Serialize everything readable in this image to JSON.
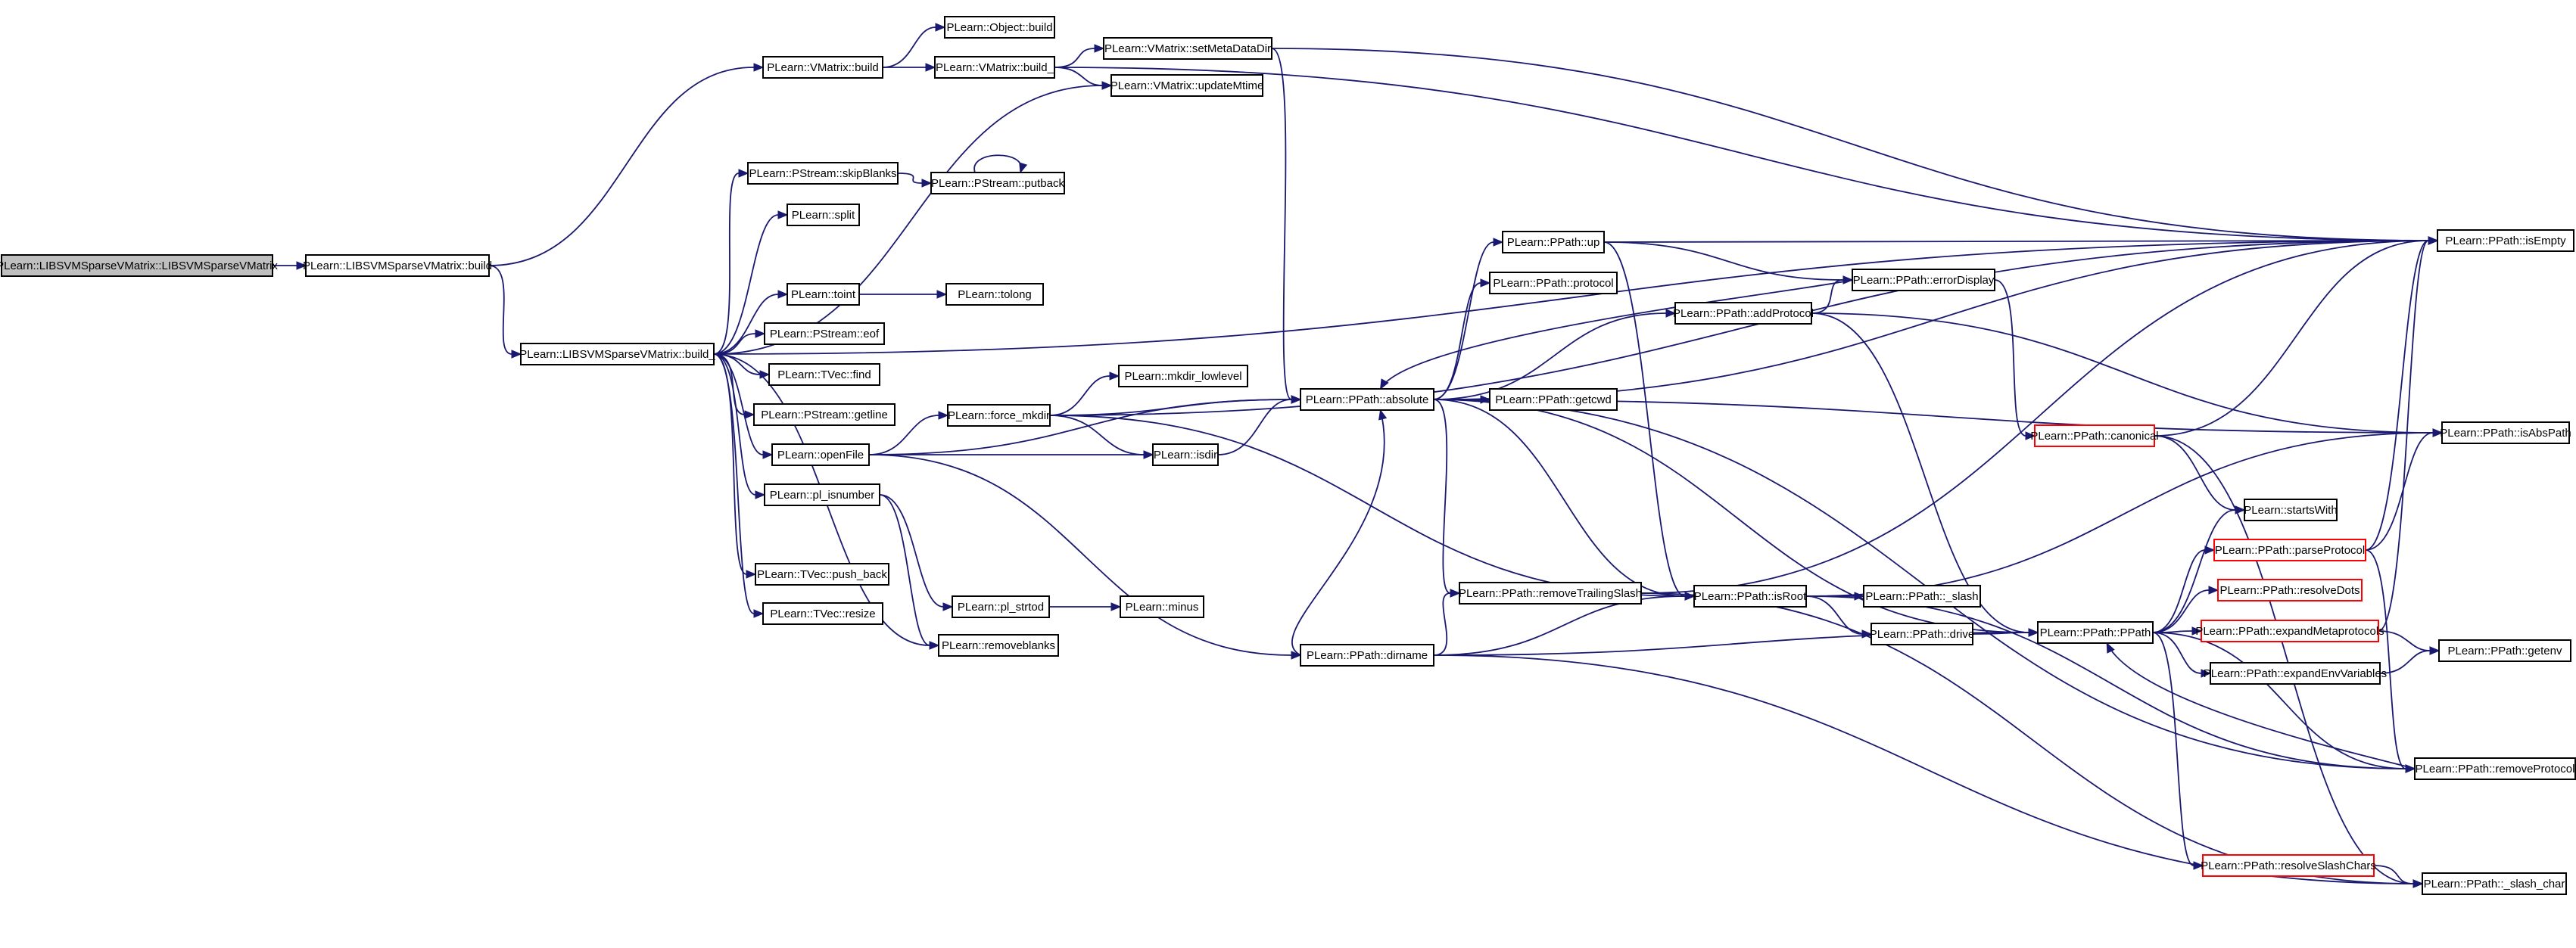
{
  "diagram": {
    "nodes": [
      {
        "id": "n0",
        "label": "PLearn::LIBSVMSparseVMatrix::LIBSVMSparseVMatrix",
        "root": true
      },
      {
        "id": "n1",
        "label": "PLearn::LIBSVMSparseVMatrix::build"
      },
      {
        "id": "n2",
        "label": "PLearn::LIBSVMSparseVMatrix::build_"
      },
      {
        "id": "n3",
        "label": "PLearn::VMatrix::build"
      },
      {
        "id": "n4",
        "label": "PLearn::Object::build"
      },
      {
        "id": "n5",
        "label": "PLearn::VMatrix::build_"
      },
      {
        "id": "n6",
        "label": "PLearn::VMatrix::setMetaDataDir"
      },
      {
        "id": "n7",
        "label": "PLearn::VMatrix::updateMtime"
      },
      {
        "id": "n8",
        "label": "PLearn::PStream::skipBlanks"
      },
      {
        "id": "n9",
        "label": "PLearn::PStream::putback"
      },
      {
        "id": "n10",
        "label": "PLearn::split"
      },
      {
        "id": "n11",
        "label": "PLearn::toint"
      },
      {
        "id": "n12",
        "label": "PLearn::tolong"
      },
      {
        "id": "n13",
        "label": "PLearn::PStream::eof"
      },
      {
        "id": "n14",
        "label": "PLearn::TVec::find"
      },
      {
        "id": "n15",
        "label": "PLearn::PStream::getline"
      },
      {
        "id": "n16",
        "label": "PLearn::openFile"
      },
      {
        "id": "n17",
        "label": "PLearn::pl_isnumber"
      },
      {
        "id": "n18",
        "label": "PLearn::TVec::push_back"
      },
      {
        "id": "n19",
        "label": "PLearn::TVec::resize"
      },
      {
        "id": "n20",
        "label": "PLearn::force_mkdir"
      },
      {
        "id": "n21",
        "label": "PLearn::mkdir_lowlevel"
      },
      {
        "id": "n22",
        "label": "PLearn::isdir"
      },
      {
        "id": "n23",
        "label": "PLearn::pl_strtod"
      },
      {
        "id": "n24",
        "label": "PLearn::minus"
      },
      {
        "id": "n25",
        "label": "PLearn::removeblanks"
      },
      {
        "id": "n26",
        "label": "PLearn::PPath::absolute"
      },
      {
        "id": "n27",
        "label": "PLearn::PPath::up"
      },
      {
        "id": "n28",
        "label": "PLearn::PPath::protocol"
      },
      {
        "id": "n29",
        "label": "PLearn::PPath::getcwd"
      },
      {
        "id": "n30",
        "label": "PLearn::PPath::dirname"
      },
      {
        "id": "n31",
        "label": "PLearn::PPath::removeTrailingSlash"
      },
      {
        "id": "n32",
        "label": "PLearn::PPath::errorDisplay"
      },
      {
        "id": "n33",
        "label": "PLearn::PPath::addProtocol"
      },
      {
        "id": "n34",
        "label": "PLearn::PPath::isRoot"
      },
      {
        "id": "n35",
        "label": "PLearn::PPath::_slash"
      },
      {
        "id": "n36",
        "label": "PLearn::PPath::drive"
      },
      {
        "id": "n37",
        "label": "PLearn::PPath::PPath"
      },
      {
        "id": "n38",
        "label": "PLearn::PPath::canonical",
        "truncated": true
      },
      {
        "id": "n39",
        "label": "PLearn::startsWith"
      },
      {
        "id": "n40",
        "label": "PLearn::PPath::parseProtocol",
        "truncated": true
      },
      {
        "id": "n41",
        "label": "PLearn::PPath::resolveDots",
        "truncated": true
      },
      {
        "id": "n42",
        "label": "PLearn::PPath::expandMetaprotocols",
        "truncated": true
      },
      {
        "id": "n43",
        "label": "PLearn::PPath::expandEnvVariables"
      },
      {
        "id": "n44",
        "label": "PLearn::PPath::resolveSlashChars",
        "truncated": true
      },
      {
        "id": "n45",
        "label": "PLearn::PPath::isEmpty"
      },
      {
        "id": "n46",
        "label": "PLearn::PPath::isAbsPath"
      },
      {
        "id": "n47",
        "label": "PLearn::PPath::getenv"
      },
      {
        "id": "n48",
        "label": "PLearn::PPath::removeProtocol"
      },
      {
        "id": "n49",
        "label": "PLearn::PPath::_slash_char"
      }
    ],
    "edges": [
      [
        "n0",
        "n1"
      ],
      [
        "n1",
        "n3"
      ],
      [
        "n1",
        "n2"
      ],
      [
        "n3",
        "n4"
      ],
      [
        "n3",
        "n5"
      ],
      [
        "n5",
        "n6"
      ],
      [
        "n5",
        "n7"
      ],
      [
        "n5",
        "n45"
      ],
      [
        "n6",
        "n45"
      ],
      [
        "n6",
        "n26"
      ],
      [
        "n2",
        "n7"
      ],
      [
        "n2",
        "n8"
      ],
      [
        "n2",
        "n10"
      ],
      [
        "n2",
        "n11"
      ],
      [
        "n2",
        "n13"
      ],
      [
        "n2",
        "n14"
      ],
      [
        "n2",
        "n15"
      ],
      [
        "n2",
        "n16"
      ],
      [
        "n2",
        "n17"
      ],
      [
        "n2",
        "n18"
      ],
      [
        "n2",
        "n19"
      ],
      [
        "n2",
        "n25"
      ],
      [
        "n2",
        "n45"
      ],
      [
        "n8",
        "n9"
      ],
      [
        "n9",
        "n9"
      ],
      [
        "n11",
        "n12"
      ],
      [
        "n16",
        "n20"
      ],
      [
        "n16",
        "n22"
      ],
      [
        "n16",
        "n26"
      ],
      [
        "n16",
        "n30"
      ],
      [
        "n17",
        "n23"
      ],
      [
        "n17",
        "n25"
      ],
      [
        "n23",
        "n24"
      ],
      [
        "n20",
        "n21"
      ],
      [
        "n20",
        "n22"
      ],
      [
        "n20",
        "n26"
      ],
      [
        "n20",
        "n45"
      ],
      [
        "n20",
        "n34"
      ],
      [
        "n22",
        "n26"
      ],
      [
        "n26",
        "n27"
      ],
      [
        "n26",
        "n28"
      ],
      [
        "n26",
        "n29"
      ],
      [
        "n26",
        "n31"
      ],
      [
        "n26",
        "n33"
      ],
      [
        "n26",
        "n34"
      ],
      [
        "n26",
        "n37"
      ],
      [
        "n26",
        "n45"
      ],
      [
        "n26",
        "n46"
      ],
      [
        "n26",
        "n48"
      ],
      [
        "n27",
        "n32"
      ],
      [
        "n27",
        "n34"
      ],
      [
        "n27",
        "n45"
      ],
      [
        "n32",
        "n26"
      ],
      [
        "n32",
        "n38"
      ],
      [
        "n33",
        "n32"
      ],
      [
        "n33",
        "n37"
      ],
      [
        "n33",
        "n46"
      ],
      [
        "n30",
        "n26"
      ],
      [
        "n30",
        "n31"
      ],
      [
        "n30",
        "n34"
      ],
      [
        "n30",
        "n37"
      ],
      [
        "n30",
        "n49"
      ],
      [
        "n31",
        "n34"
      ],
      [
        "n31",
        "n45"
      ],
      [
        "n31",
        "n49"
      ],
      [
        "n34",
        "n35"
      ],
      [
        "n34",
        "n36"
      ],
      [
        "n34",
        "n46"
      ],
      [
        "n34",
        "n48"
      ],
      [
        "n36",
        "n37"
      ],
      [
        "n37",
        "n39"
      ],
      [
        "n37",
        "n40"
      ],
      [
        "n37",
        "n41"
      ],
      [
        "n37",
        "n42"
      ],
      [
        "n37",
        "n43"
      ],
      [
        "n37",
        "n44"
      ],
      [
        "n37",
        "n48"
      ],
      [
        "n38",
        "n39"
      ],
      [
        "n38",
        "n45"
      ],
      [
        "n38",
        "n49"
      ],
      [
        "n40",
        "n45"
      ],
      [
        "n40",
        "n46"
      ],
      [
        "n40",
        "n48"
      ],
      [
        "n42",
        "n45"
      ],
      [
        "n42",
        "n47"
      ],
      [
        "n43",
        "n47"
      ],
      [
        "n48",
        "n37"
      ],
      [
        "n44",
        "n49"
      ]
    ]
  }
}
